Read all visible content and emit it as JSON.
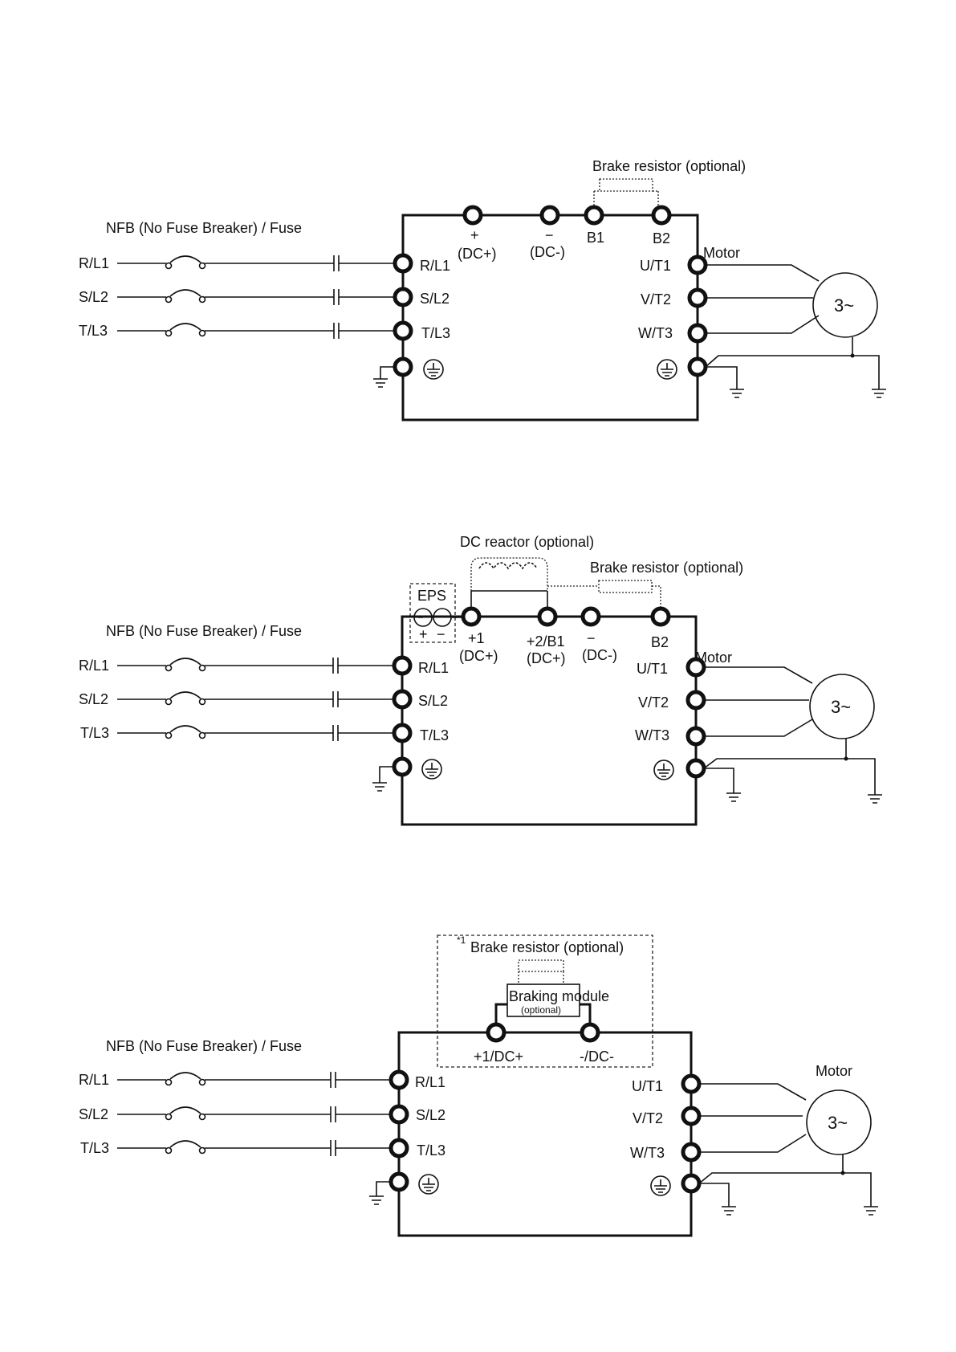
{
  "diagrams": [
    {
      "nfb_label": "NFB (No Fuse Breaker) / Fuse",
      "brake_label": "Brake resistor (optional)",
      "motor_label": "Motor",
      "motor_symbol": "3~",
      "inputs": [
        "R/L1",
        "S/L2",
        "T/L3"
      ],
      "left_terminals": [
        "R/L1",
        "S/L2",
        "T/L3"
      ],
      "right_terminals": [
        "U/T1",
        "V/T2",
        "W/T3"
      ],
      "top_terminals": [
        {
          "sym": "+",
          "label": "(DC+)"
        },
        {
          "sym": "−",
          "label": "(DC-)"
        },
        {
          "sym": "",
          "label": "B1"
        },
        {
          "sym": "",
          "label": "B2"
        }
      ]
    },
    {
      "nfb_label": "NFB (No Fuse Breaker) / Fuse",
      "reactor_label": "DC reactor (optional)",
      "brake_label": "Brake resistor (optional)",
      "eps_label": "EPS",
      "eps_plus": "+",
      "eps_minus": "−",
      "motor_label": "Motor",
      "motor_symbol": "3~",
      "inputs": [
        "R/L1",
        "S/L2",
        "T/L3"
      ],
      "left_terminals": [
        "R/L1",
        "S/L2",
        "T/L3"
      ],
      "right_terminals": [
        "U/T1",
        "V/T2",
        "W/T3"
      ],
      "top_terminals": [
        {
          "line1": "+1",
          "line2": "(DC+)"
        },
        {
          "line1": "+2/B1",
          "line2": "(DC+)"
        },
        {
          "line1": "−",
          "line2": "(DC-)"
        },
        {
          "line1": "B2",
          "line2": ""
        }
      ]
    },
    {
      "nfb_label": "NFB (No Fuse Breaker) / Fuse",
      "brake_mark": "*1",
      "brake_label": "Brake resistor (optional)",
      "module_label": "Braking module",
      "module_sub": "(optional)",
      "motor_label": "Motor",
      "motor_symbol": "3~",
      "inputs": [
        "R/L1",
        "S/L2",
        "T/L3"
      ],
      "left_terminals": [
        "R/L1",
        "S/L2",
        "T/L3"
      ],
      "right_terminals": [
        "U/T1",
        "V/T2",
        "W/T3"
      ],
      "top_terminals": [
        "+1/DC+",
        "-/DC-"
      ]
    }
  ]
}
